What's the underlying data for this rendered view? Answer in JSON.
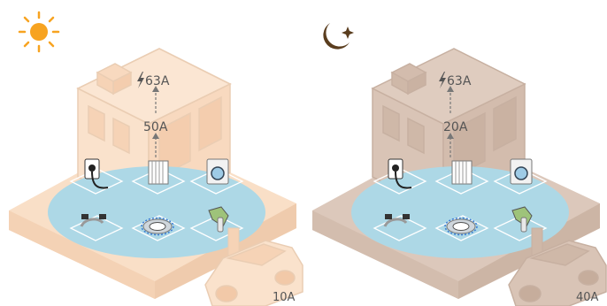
{
  "panels": [
    {
      "id": "day",
      "icon": "sun-icon",
      "main_fuse_label": "63A",
      "house_load_label": "50A",
      "charger_label": "10A",
      "colors": {
        "ground": "#f9dfc7",
        "house": "#fae2cc",
        "house_line": "#eacdb3",
        "icon": "#f7a320"
      }
    },
    {
      "id": "night",
      "icon": "moon-icon",
      "main_fuse_label": "63A",
      "house_load_label": "20A",
      "charger_label": "40A",
      "colors": {
        "ground": "#dcc8bb",
        "house": "#d9c4b6",
        "house_line": "#c7b0a1",
        "icon": "#5a3d1e"
      }
    }
  ],
  "colors": {
    "circle": "#add8e6",
    "appliance_line": "#ffffff",
    "text": "#555555"
  },
  "appliances": [
    "wallbox-icon",
    "radiator-icon",
    "washing-machine-icon",
    "faucet-icon",
    "gas-stove-icon",
    "hair-dryer-icon"
  ]
}
